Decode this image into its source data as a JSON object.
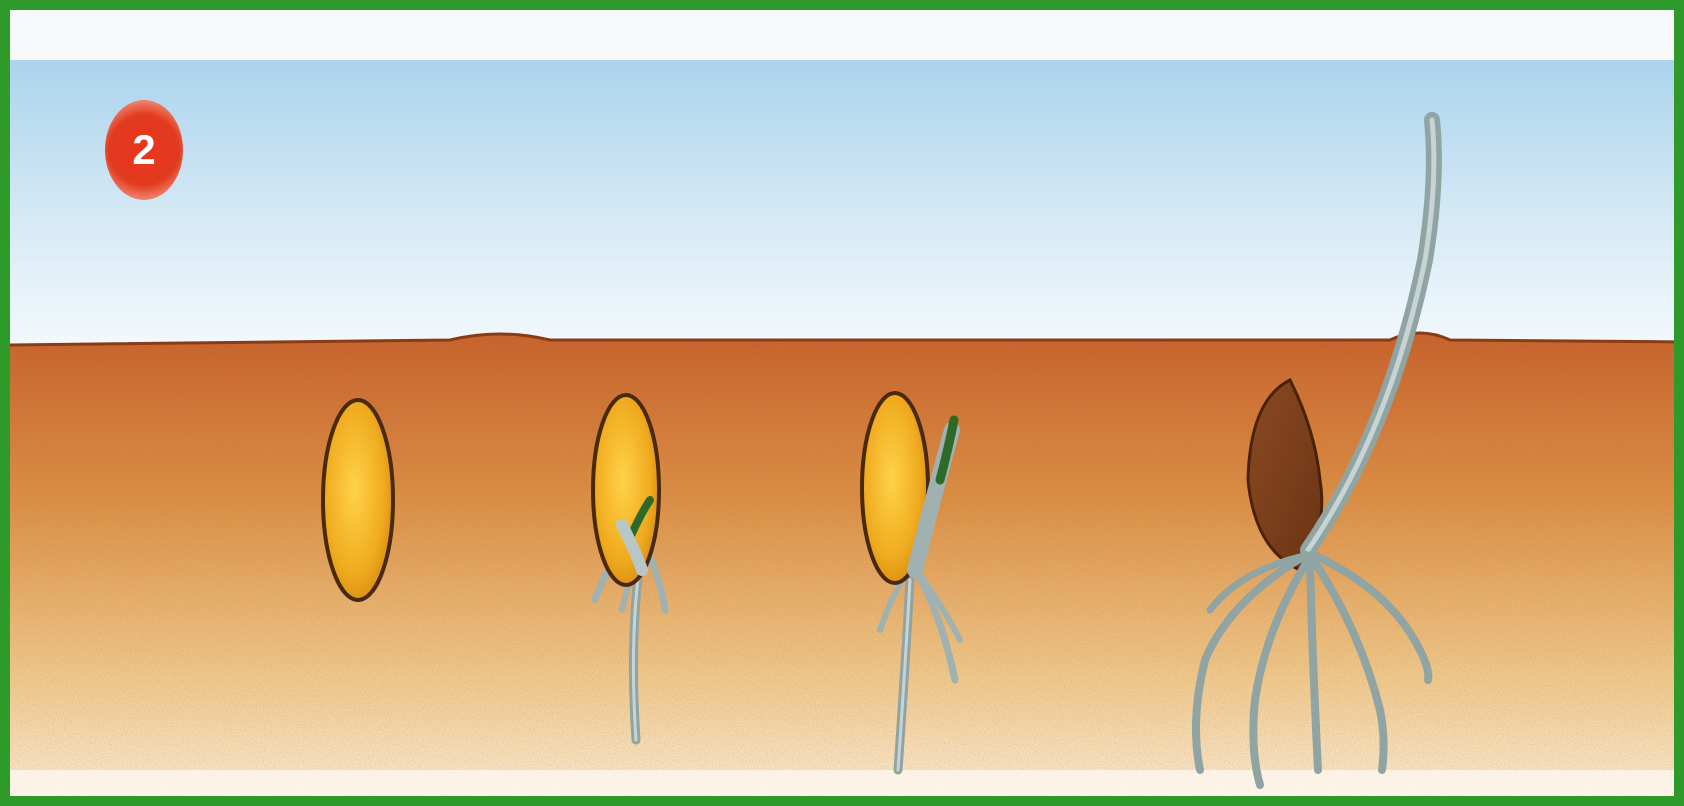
{
  "diagram": {
    "step_number": "2",
    "stages": [
      "seed",
      "radicle-emerging",
      "root-and-shoot",
      "seedling"
    ],
    "colors": {
      "frame": "#2e9a2a",
      "sky_top": "#a9d2ec",
      "sky_bottom": "#f4f9fc",
      "soil_top": "#c9652c",
      "soil_bottom": "#fdf2df",
      "seed": "#f2b526",
      "root": "#9fb1b0",
      "badge": "#e23a1f"
    }
  }
}
